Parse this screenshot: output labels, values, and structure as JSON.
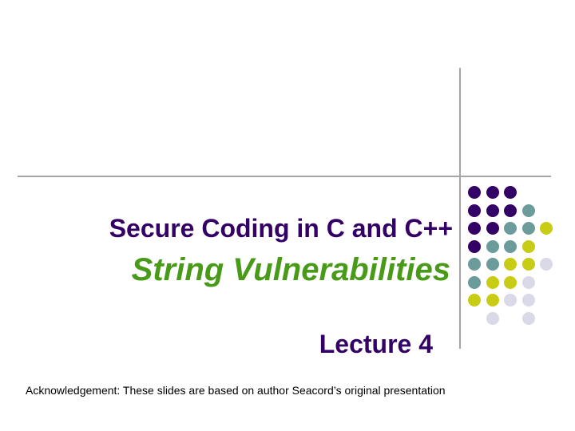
{
  "slide": {
    "title": "Secure Coding in C and C++",
    "subtitle": "String Vulnerabilities",
    "lecture": "Lecture 4",
    "acknowledgement": "Acknowledgement: These slides are based on author Seacord’s original presentation"
  },
  "colors": {
    "title": "#330066",
    "subtitle": "#4a9a1a",
    "divider": "#a6a6a6",
    "dot_purple": "#330066",
    "dot_teal": "#6b9b9b",
    "dot_yellow": "#c8cc14",
    "dot_lavender": "#d9d9e8"
  },
  "dot_grid": [
    [
      "purple",
      "purple",
      "purple",
      "",
      ""
    ],
    [
      "purple",
      "purple",
      "purple",
      "teal",
      ""
    ],
    [
      "purple",
      "purple",
      "teal",
      "teal",
      "yellow"
    ],
    [
      "purple",
      "teal",
      "teal",
      "yellow",
      ""
    ],
    [
      "teal",
      "teal",
      "yellow",
      "yellow",
      "lavender"
    ],
    [
      "teal",
      "yellow",
      "yellow",
      "lavender",
      ""
    ],
    [
      "yellow",
      "yellow",
      "lavender",
      "lavender",
      ""
    ],
    [
      "",
      "lavender",
      "",
      "lavender",
      ""
    ]
  ]
}
